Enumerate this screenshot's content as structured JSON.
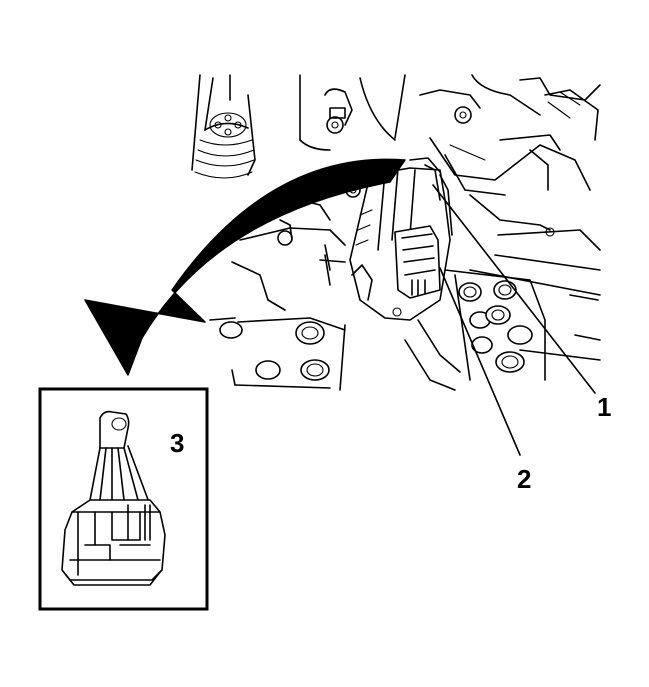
{
  "callouts": [
    {
      "number": "1",
      "target": "connector-housing"
    },
    {
      "number": "2",
      "target": "connector-lock-tab"
    },
    {
      "number": "3",
      "target": "connector-terminal-side"
    }
  ],
  "colors": {
    "ink": "#000000",
    "paper": "#ffffff",
    "arrow": "#000000"
  }
}
